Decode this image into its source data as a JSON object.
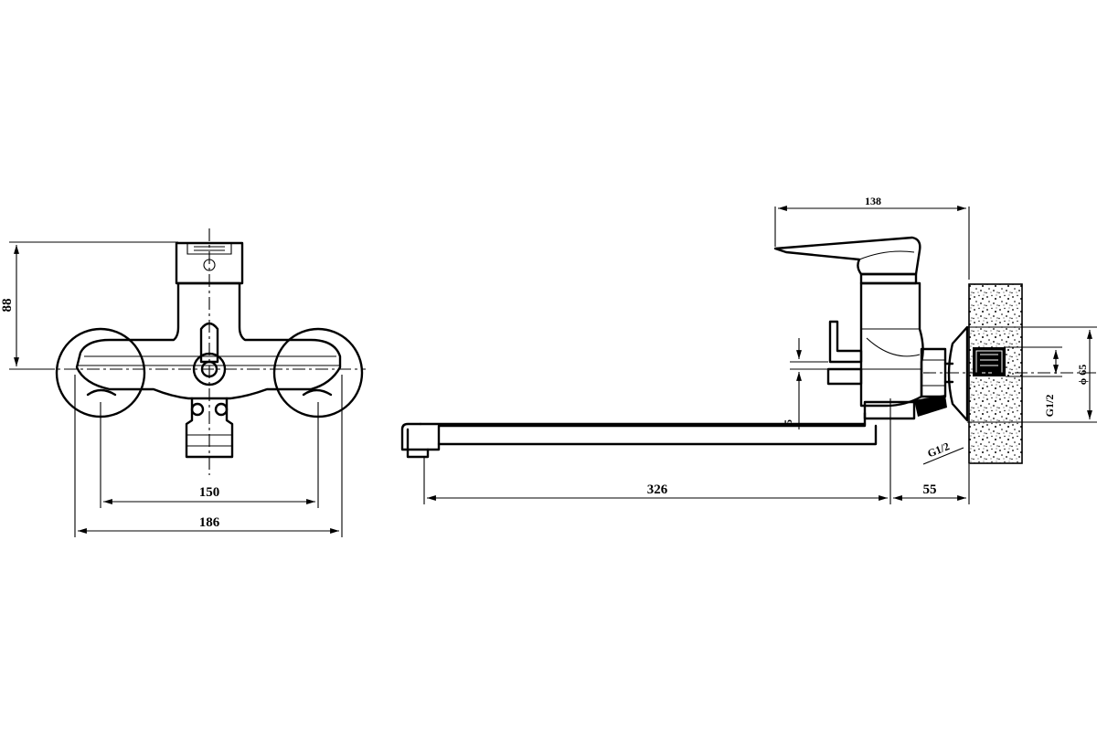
{
  "front_view": {
    "height_label": "88",
    "inner_width_label": "150",
    "outer_width_label": "186"
  },
  "side_view": {
    "handle_length_label": "138",
    "offset_label": "5",
    "flange_diameter_label": "ϕ 65",
    "inlet_thread_label": "G1/2",
    "hose_thread_label": "G1/2",
    "spout_length_label": "326",
    "wall_offset_label": "55"
  }
}
